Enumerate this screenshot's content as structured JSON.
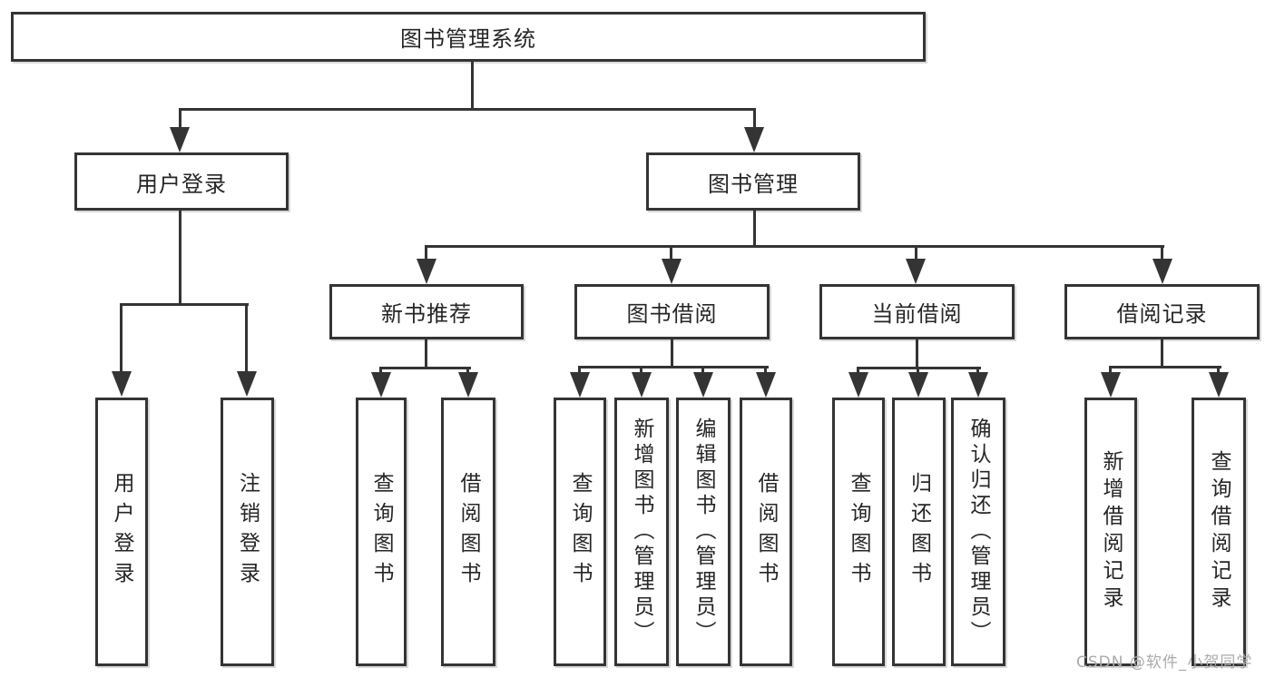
{
  "colors": {
    "line": "#343434",
    "text": "#262626",
    "watermark": "#ababab",
    "background": "#ffffff"
  },
  "watermark": {
    "text": "CSDN @软件_小贺同学"
  },
  "diagram": {
    "root": {
      "label": "图书管理系统"
    },
    "branches": [
      {
        "label": "用户登录",
        "children": [
          {
            "label": "用户登录"
          },
          {
            "label": "注销登录"
          }
        ]
      },
      {
        "label": "图书管理",
        "children": [
          {
            "label": "新书推荐",
            "children": [
              {
                "label": "查询图书"
              },
              {
                "label": "借阅图书"
              }
            ]
          },
          {
            "label": "图书借阅",
            "children": [
              {
                "label": "查询图书"
              },
              {
                "label": "新增图书（管理员）"
              },
              {
                "label": "编辑图书（管理员）"
              },
              {
                "label": "借阅图书"
              }
            ]
          },
          {
            "label": "当前借阅",
            "children": [
              {
                "label": "查询图书"
              },
              {
                "label": "归还图书"
              },
              {
                "label": "确认归还（管理员）"
              }
            ]
          },
          {
            "label": "借阅记录",
            "children": [
              {
                "label": "新增借阅记录"
              },
              {
                "label": "查询借阅记录"
              }
            ]
          }
        ]
      }
    ]
  }
}
